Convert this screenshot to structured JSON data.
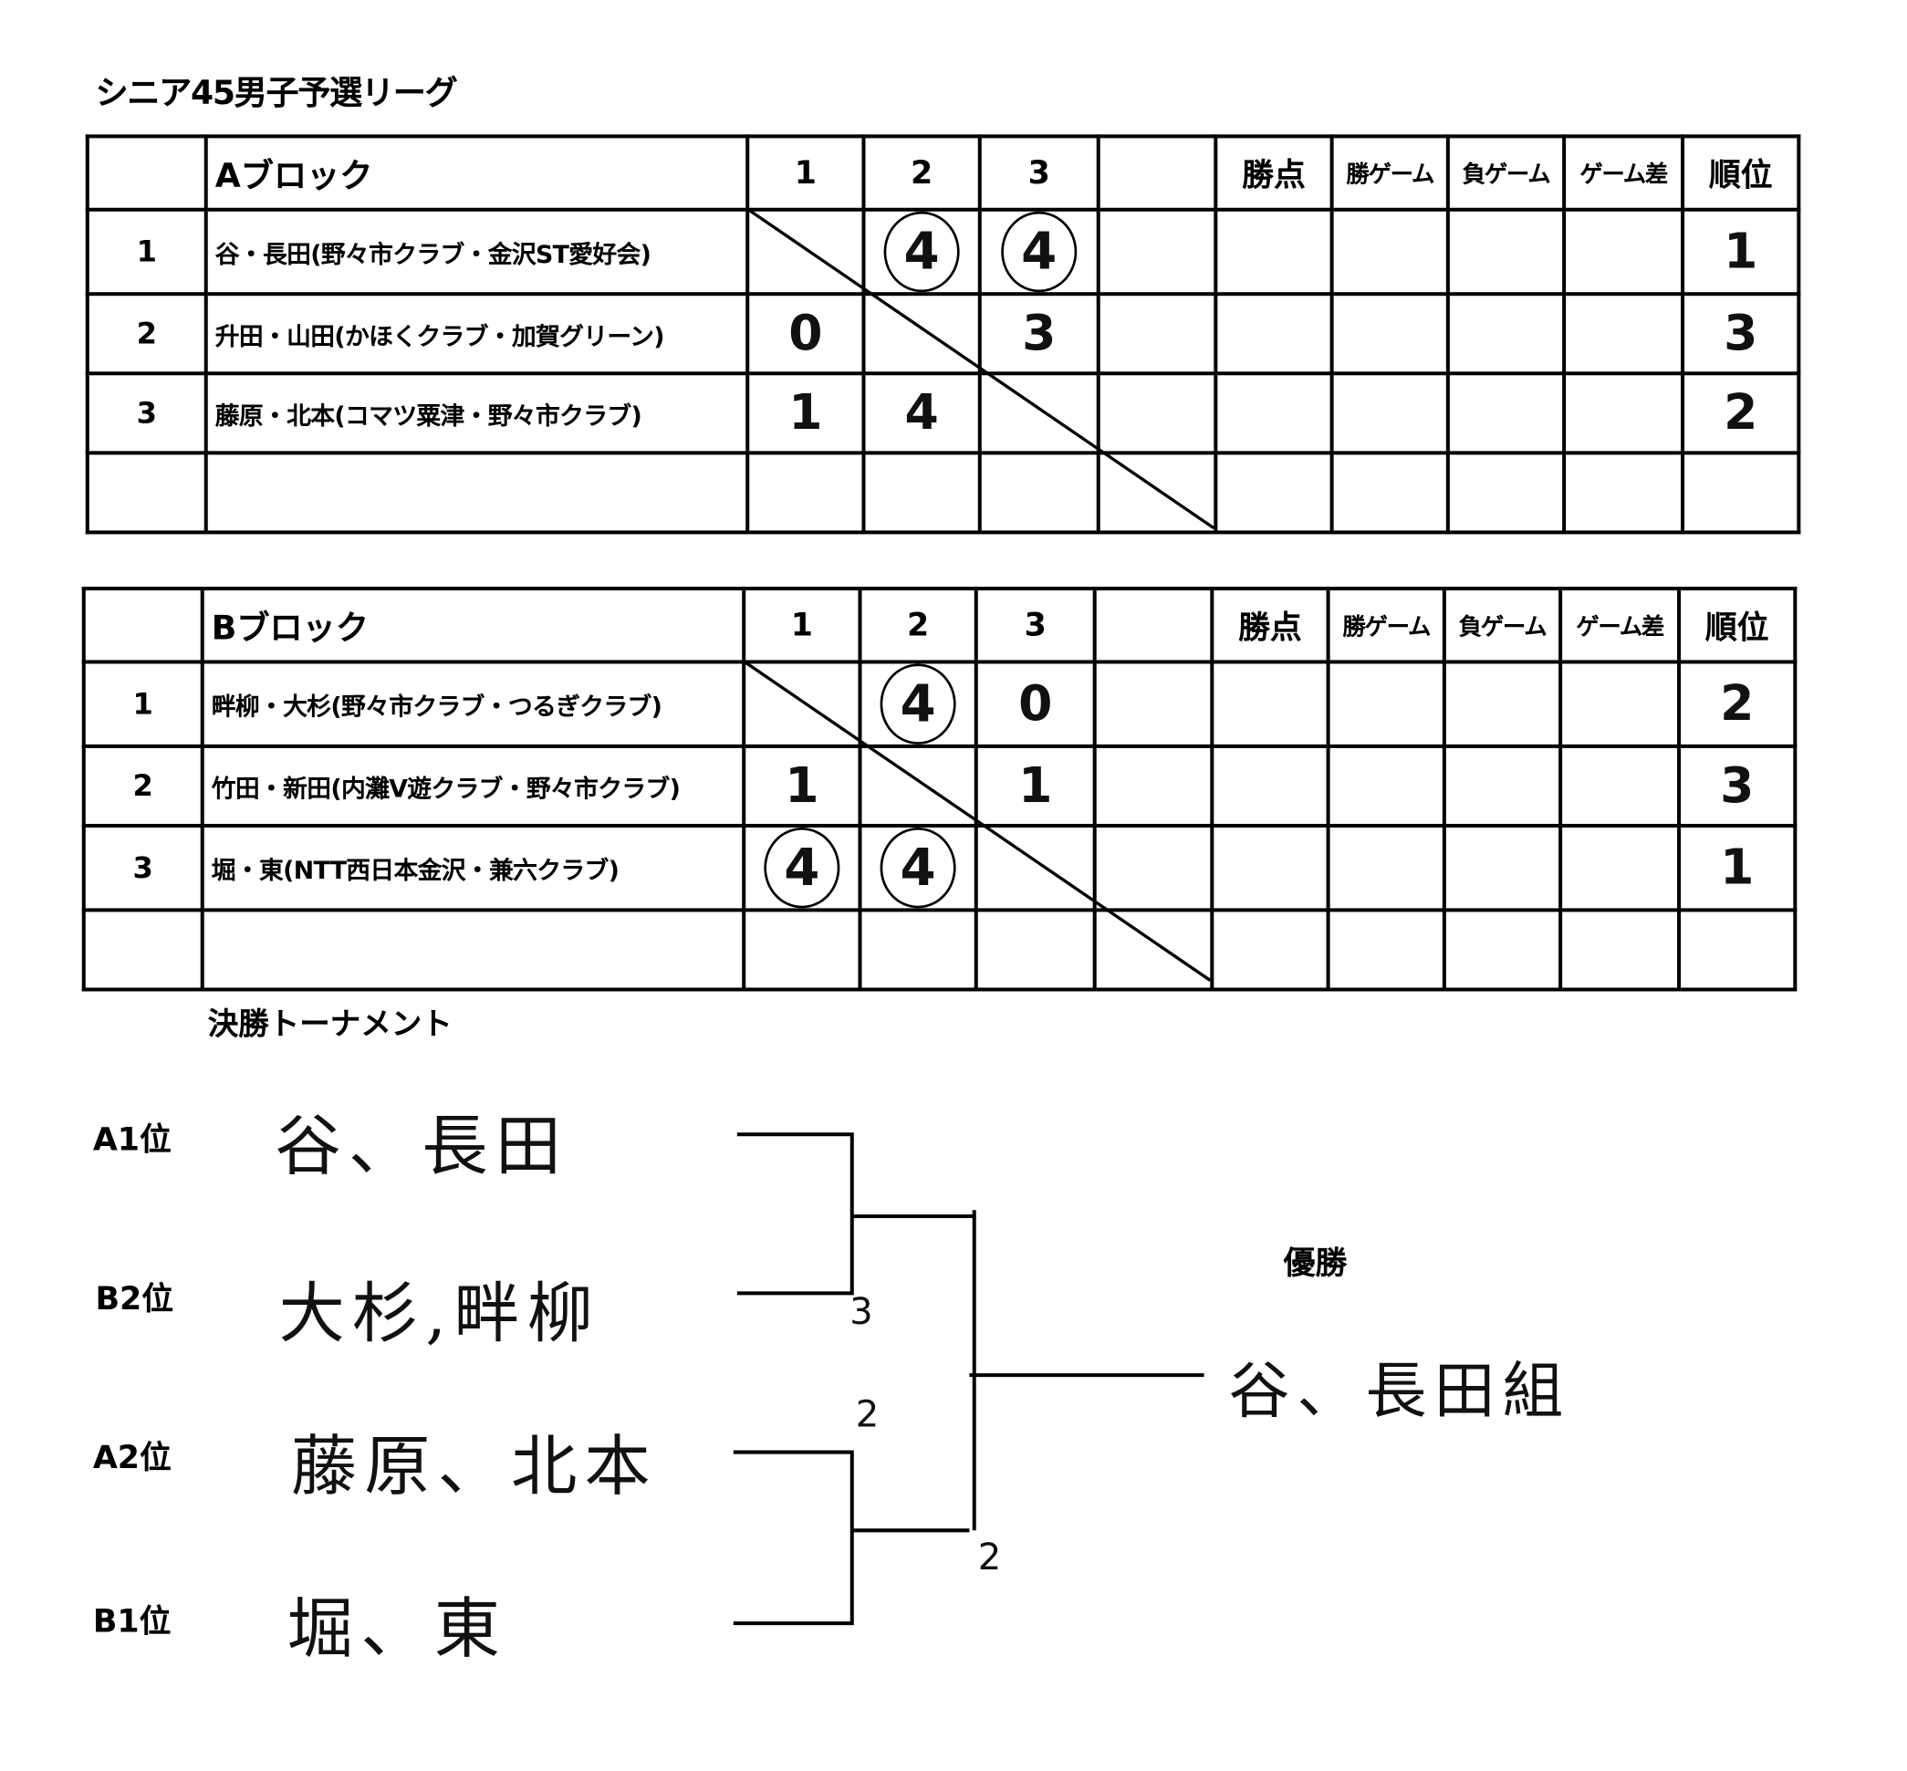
{
  "title": "シニア45男子予選リーグ",
  "columns": {
    "c1": "1",
    "c2": "2",
    "c3": "3",
    "c4": "",
    "win_points": "勝点",
    "win_games": "勝ゲーム",
    "lose_games": "負ゲーム",
    "game_diff": "ゲーム差",
    "rank": "順位"
  },
  "blocks": [
    {
      "name": "Aブロック",
      "rows": [
        {
          "no": "1",
          "team": "谷・長田(野々市クラブ・金沢ST愛好会)",
          "scores": [
            "",
            "4",
            "4"
          ],
          "circled": [
            false,
            true,
            true
          ],
          "rank": "1"
        },
        {
          "no": "2",
          "team": "升田・山田(かほくクラブ・加賀グリーン)",
          "scores": [
            "0",
            "",
            "3"
          ],
          "circled": [
            false,
            false,
            false
          ],
          "rank": "3"
        },
        {
          "no": "3",
          "team": "藤原・北本(コマツ粟津・野々市クラブ)",
          "scores": [
            "1",
            "4",
            ""
          ],
          "circled": [
            false,
            false,
            false
          ],
          "rank": "2"
        }
      ]
    },
    {
      "name": "Bブロック",
      "rows": [
        {
          "no": "1",
          "team": "畔柳・大杉(野々市クラブ・つるぎクラブ)",
          "scores": [
            "",
            "4",
            "0"
          ],
          "circled": [
            false,
            true,
            false
          ],
          "rank": "2"
        },
        {
          "no": "2",
          "team": "竹田・新田(内灘V遊クラブ・野々市クラブ)",
          "scores": [
            "1",
            "",
            "1"
          ],
          "circled": [
            false,
            false,
            false
          ],
          "rank": "3"
        },
        {
          "no": "3",
          "team": "堀・東(NTT西日本金沢・兼六クラブ)",
          "scores": [
            "4",
            "4",
            ""
          ],
          "circled": [
            true,
            true,
            false
          ],
          "rank": "1"
        }
      ]
    }
  ],
  "tournament": {
    "title": "決勝トーナメント",
    "slots": [
      {
        "label": "A1位",
        "name": "谷、長田"
      },
      {
        "label": "B2位",
        "name": "大杉,畔柳"
      },
      {
        "label": "A2位",
        "name": "藤原、北本"
      },
      {
        "label": "B1位",
        "name": "堀、東"
      }
    ],
    "scores": {
      "semi1_lower": "3",
      "semi2_upper": "2",
      "final_lower": "2"
    },
    "champion_label": "優勝",
    "champion": "谷、長田組"
  }
}
